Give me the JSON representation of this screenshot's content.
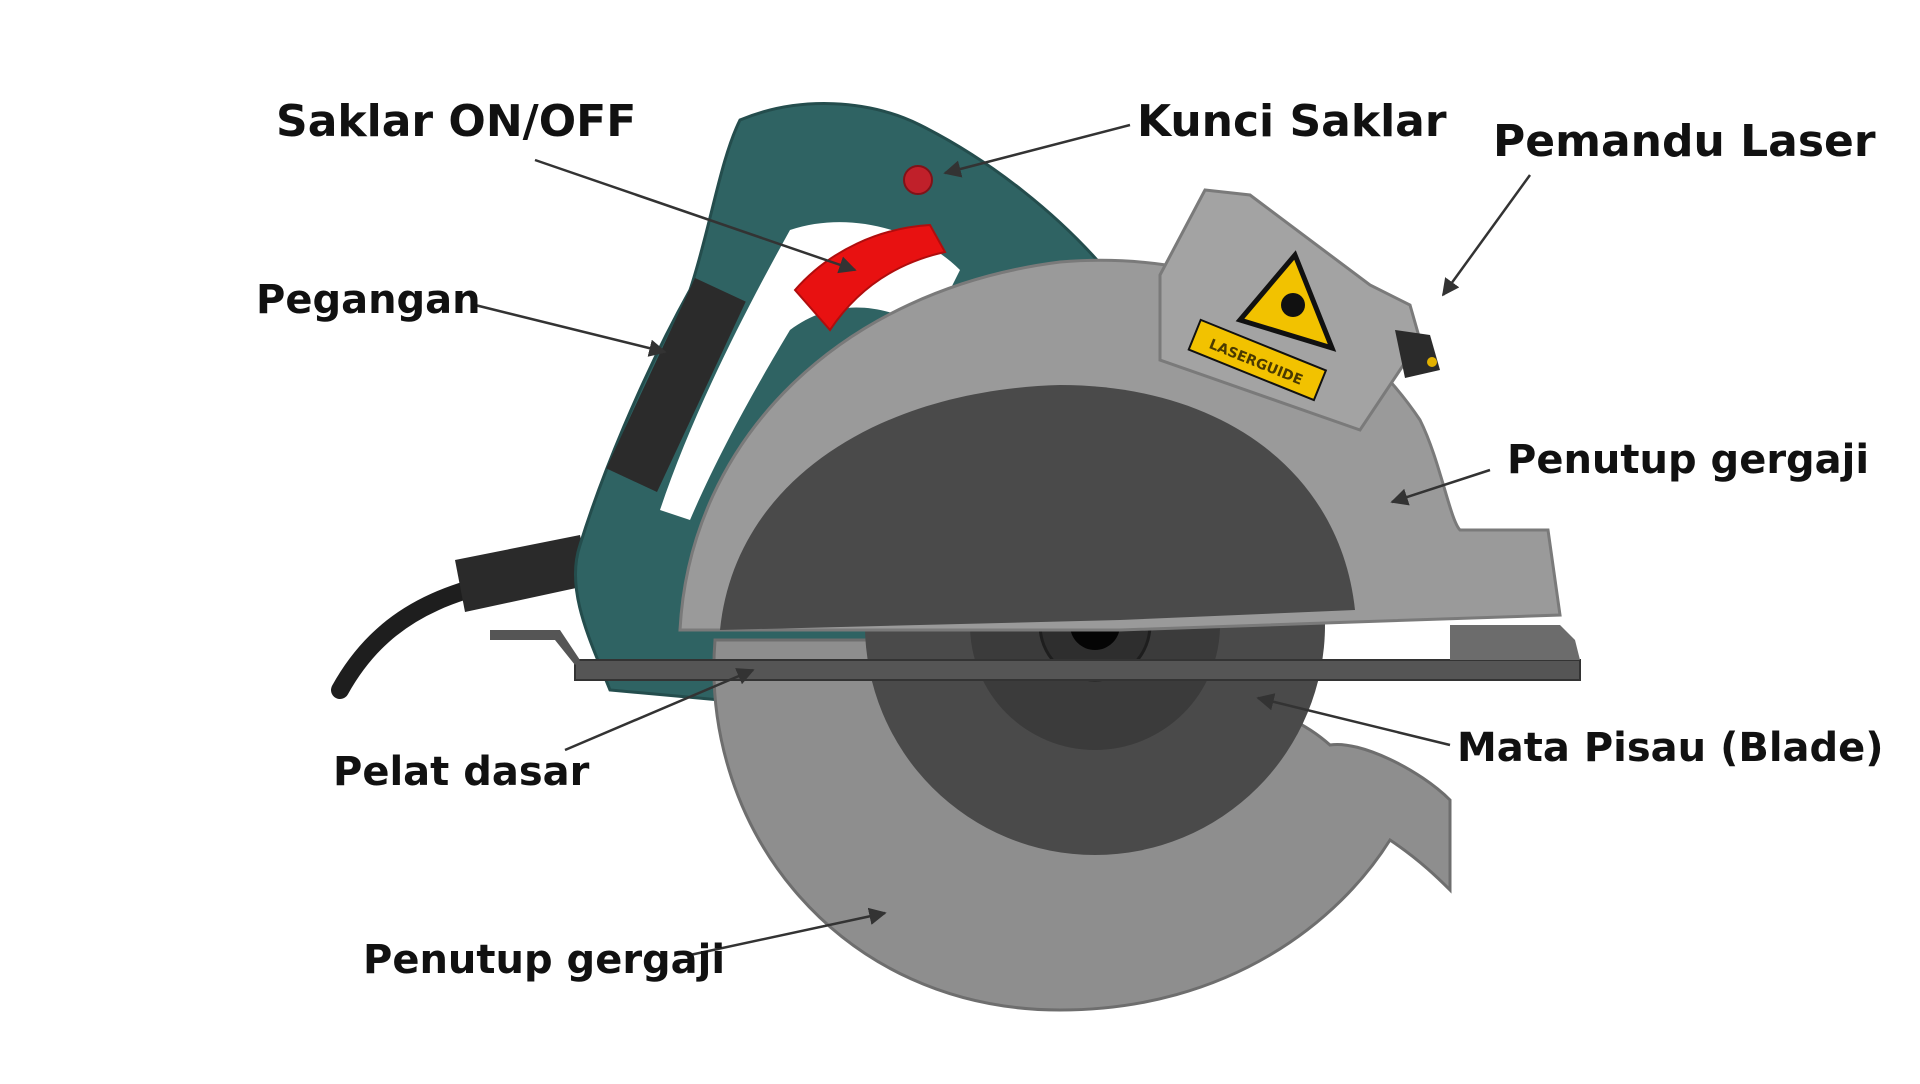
{
  "labels": {
    "power_switch": "Saklar ON/OFF",
    "switch_lock": "Kunci Saklar",
    "laser_guide": "Pemandu Laser",
    "handle": "Pegangan",
    "upper_guard": "Penutup gergaji",
    "base_plate": "Pelat dasar",
    "blade": "Mata Pisau (Blade)",
    "lower_guard": "Penutup gergaji"
  },
  "laser_sticker_text": "LASERGUIDE",
  "colors": {
    "background": "#ffffff",
    "housing": "#2f6363",
    "guard": "#9a9a9a",
    "guard_dark": "#7e7e7e",
    "blade": "#4a4a4a",
    "blade_hub": "#333333",
    "switch": "#e81111",
    "lock_button": "#c0202a",
    "laser_warning": "#f2c200",
    "label_text": "#111111",
    "leader_line": "#333333"
  }
}
